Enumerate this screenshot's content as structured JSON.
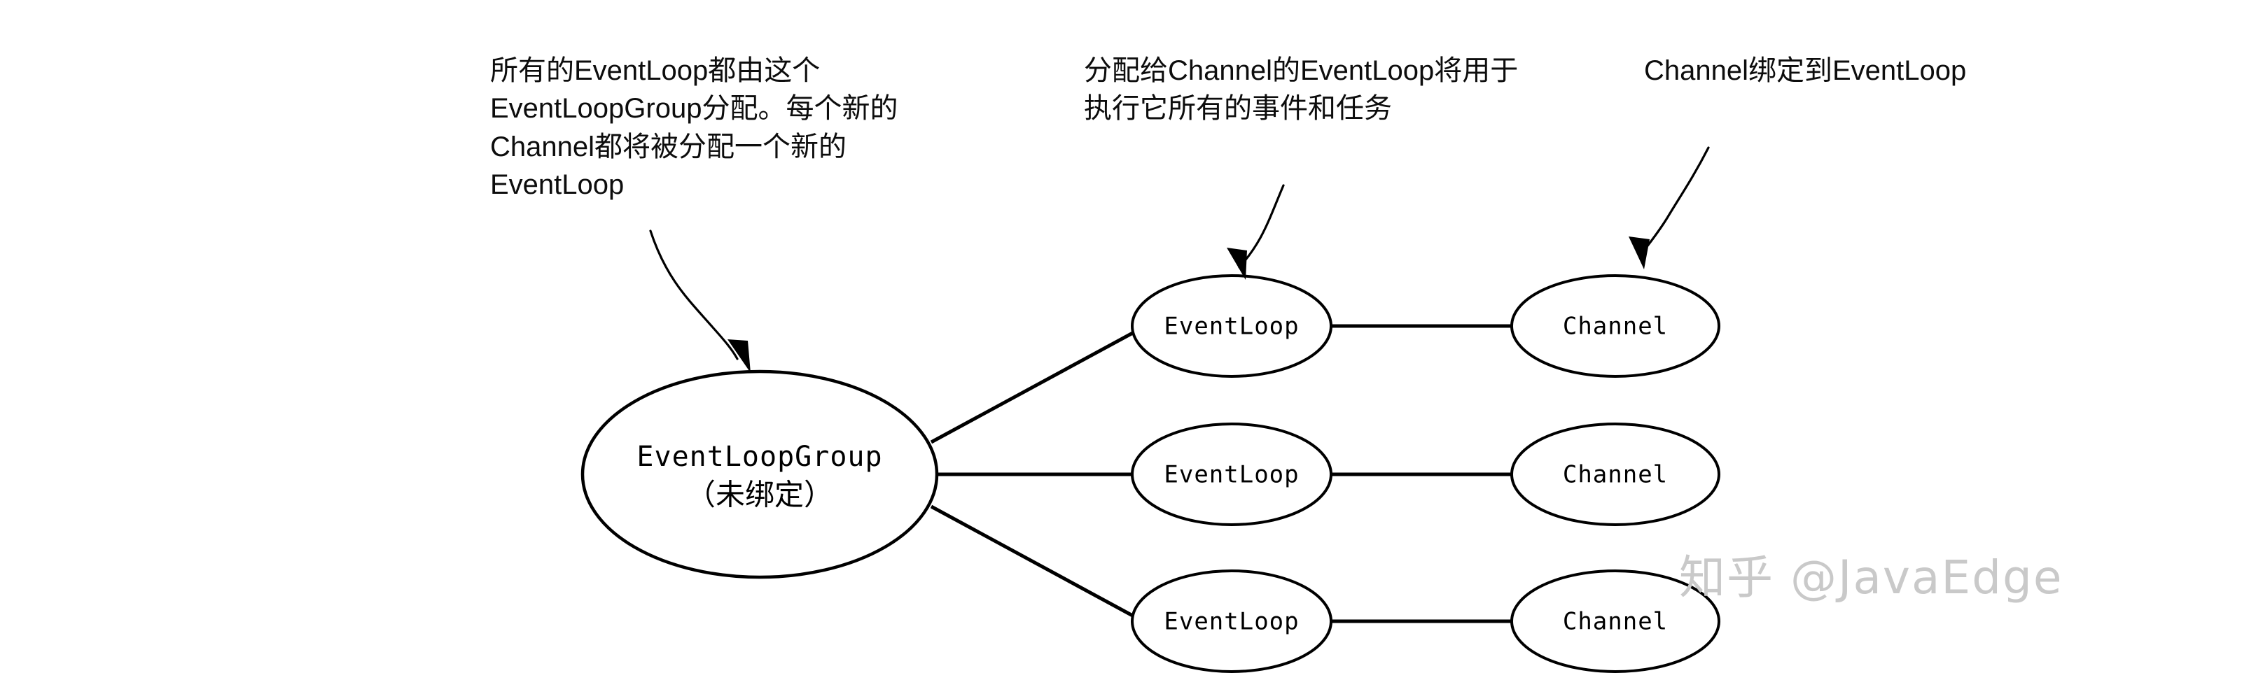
{
  "diagram": {
    "title": "Netty EventLoopGroup / EventLoop / Channel allocation",
    "background_color": "#ffffff",
    "stroke_color": "#000000",
    "annotations": [
      {
        "id": "annotation-eventloopgroup",
        "text": "所有的EventLoop都由这个EventLoopGroup分配。每个新的Channel都将被分配一个新的EventLoop"
      },
      {
        "id": "annotation-eventloop",
        "text": "分配给Channel的EventLoop将用于执行它所有的事件和任务"
      },
      {
        "id": "annotation-channel",
        "text": "Channel绑定到EventLoop"
      }
    ],
    "nodes": {
      "group": {
        "label": "EventLoopGroup",
        "sublabel": "（未绑定）"
      },
      "eventloops": [
        {
          "label": "EventLoop"
        },
        {
          "label": "EventLoop"
        },
        {
          "label": "EventLoop"
        }
      ],
      "channels": [
        {
          "label": "Channel"
        },
        {
          "label": "Channel"
        },
        {
          "label": "Channel"
        }
      ]
    },
    "watermark": {
      "text": "知乎 @JavaEdge",
      "color": "#c9c9c9"
    }
  }
}
